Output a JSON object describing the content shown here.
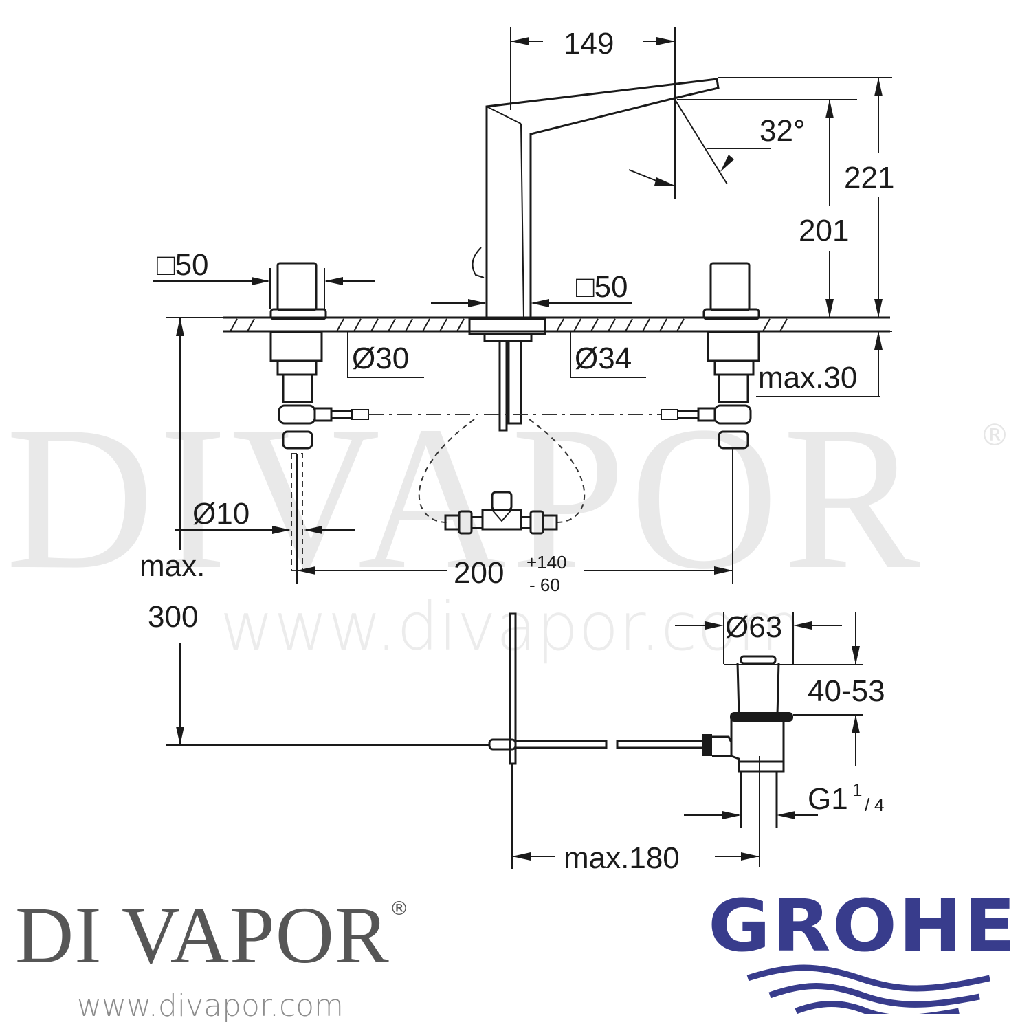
{
  "watermark": {
    "big_text": "DIVAPOR",
    "registered_mark": "®",
    "url_text": "www.divapor.com"
  },
  "dimensions": {
    "spout_reach": "149",
    "spout_angle": "32°",
    "total_height": "221",
    "outlet_height": "201",
    "handle_left_square": "□50",
    "spout_base_square": "□50",
    "hole_left_diameter": "Ø30",
    "hole_center_diameter": "Ø34",
    "max_deck_thickness": "max.30",
    "supply_pipe_diameter": "Ø10",
    "max_pipe_length_label": "max.",
    "max_pipe_length_value": "300",
    "handle_spacing_base": "200",
    "handle_spacing_plus": "+140",
    "handle_spacing_minus": "- 60",
    "waste_diameter": "Ø63",
    "waste_height_range": "40-53",
    "waste_thread": "G1",
    "waste_thread_fraction_num": "1",
    "waste_thread_fraction_den": "4",
    "pop_up_max_reach": "max.180"
  },
  "footer": {
    "brand_name": "DI VAPOR",
    "brand_registered": "®",
    "brand_url": "www.divapor.com",
    "manufacturer_logo": "GROHE"
  },
  "colors": {
    "line": "#1a1a1a",
    "watermark": "#e9e9e9",
    "brand_gray": "#565656",
    "url_gray": "#8d8d8d",
    "grohe_blue": "#383c8c"
  }
}
